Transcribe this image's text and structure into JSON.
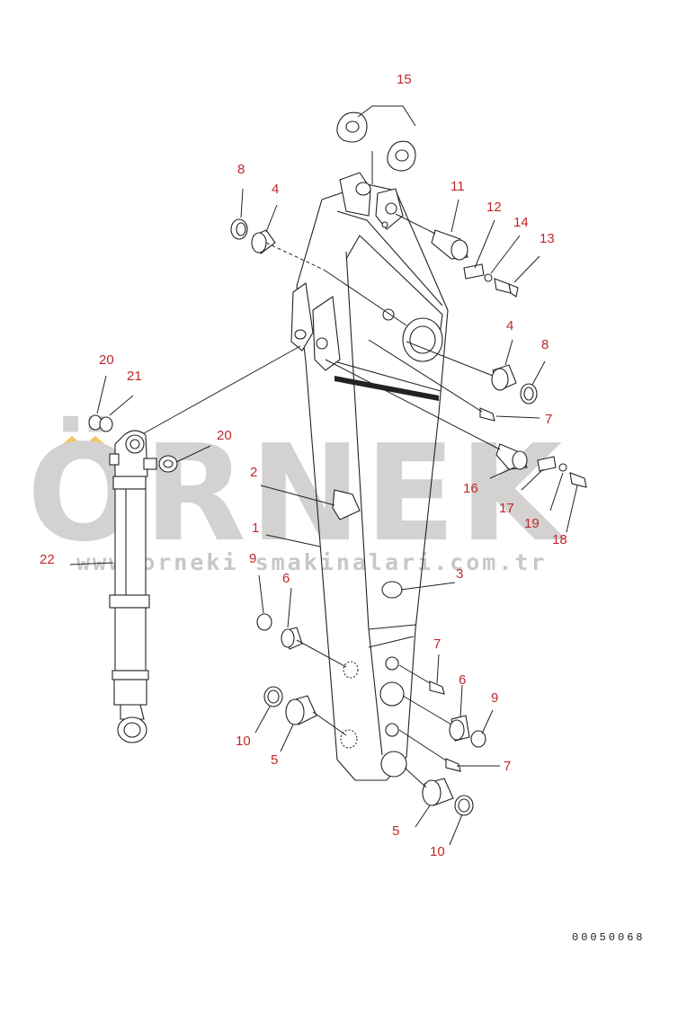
{
  "watermark": {
    "brand": "ÖRNEK",
    "url": "www.orneki smakinalari.com.tr",
    "accent_color": "#f2c75c"
  },
  "drawing_code": "00050068",
  "callouts": [
    "15",
    "8",
    "4",
    "11",
    "12",
    "14",
    "13",
    "4",
    "8",
    "7",
    "20",
    "21",
    "20",
    "16",
    "17",
    "19",
    "18",
    "2",
    "1",
    "22",
    "9",
    "6",
    "3",
    "7",
    "6",
    "9",
    "10",
    "5",
    "7",
    "5",
    "10"
  ],
  "colors": {
    "callout": "#c0282a",
    "line": "#222222",
    "watermark": "#d4d1d1"
  }
}
